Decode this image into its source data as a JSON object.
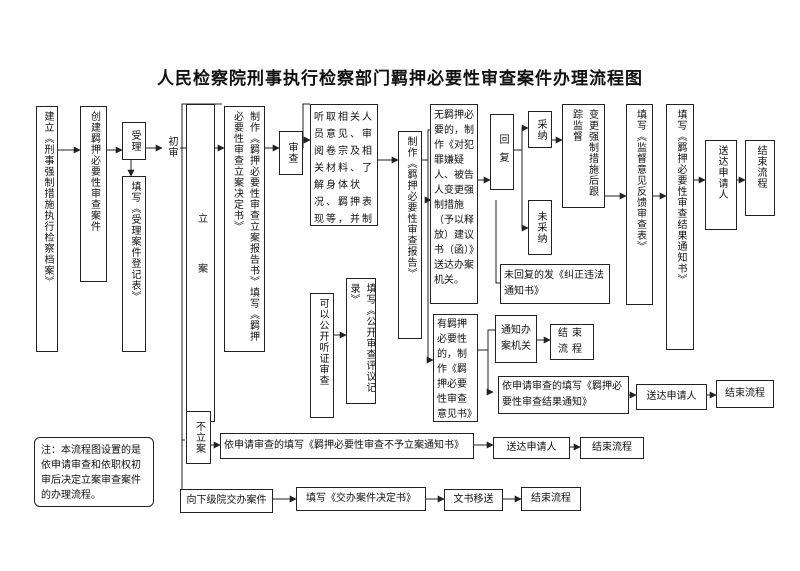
{
  "title": "人民检察院刑事执行检察部门羁押必要性审查案件办理流程图",
  "nodes": {
    "n_archive": "建立《刑事强制措施执行检察档案》",
    "n_create": "创建羁押必要性审查案件",
    "n_accept": "受理",
    "n_fill_reg": "填写《受理案件登记表》",
    "n_initial": "初审",
    "n_file": "立案",
    "n_not_file": "不立案",
    "n_make_report": "制作《羁押必要性审查立案报告书》填写《羁押必要性审查立案决定书》",
    "n_review": "审查",
    "n_listen": "听取相关人员意见、审阅卷宗及相关材料、了解身体状况、羁押表现等，并制作相关文书",
    "n_hearing": "可以公开听证审查",
    "n_fill_hearing": "填写《公开审查评议记录》",
    "n_review_report": "制作《羁押必要性审查报告》",
    "n_no_need": "无羁押必要的，制作《对犯罪嫌疑人、被告人变更强制措施（予以释放）建议书（函）》送达办案机关。",
    "n_reply": "回复",
    "n_adopt": "采纳",
    "n_not_adopt": "未采纳",
    "n_track": "变更强制措施后跟踪监督",
    "n_supervise": "填写《监督意见反馈审查表》",
    "n_result_notice": "填写《羁押必要性审查结果通知书》",
    "n_deliver1": "送达申请人",
    "n_end1": "结束流程",
    "n_no_reply": "未回复的发《纠正违法通知书》",
    "n_need": "有羁押必要性的，制作《羁押必要性审查意见书》",
    "n_notify": "通知办案机关",
    "n_end2": "结束流程",
    "n_apply_result": "依申请审查的填写《羁押必要性审查结果通知》",
    "n_deliver2": "送达申请人",
    "n_end3": "结束流程",
    "n_not_file_notice": "依申请审查的填写《羁押必要性审查不予立案通知书》",
    "n_deliver3": "送达申请人",
    "n_end4": "结束流程",
    "n_transfer": "向下级院交办案件",
    "n_fill_transfer": "填写《交办案件决定书》",
    "n_doc_move": "文书移送",
    "n_end5": "结束流程",
    "n_note": "注：本流程图设置的是依申请审查和依职权初审后决定立案审查案件的办理流程。"
  }
}
